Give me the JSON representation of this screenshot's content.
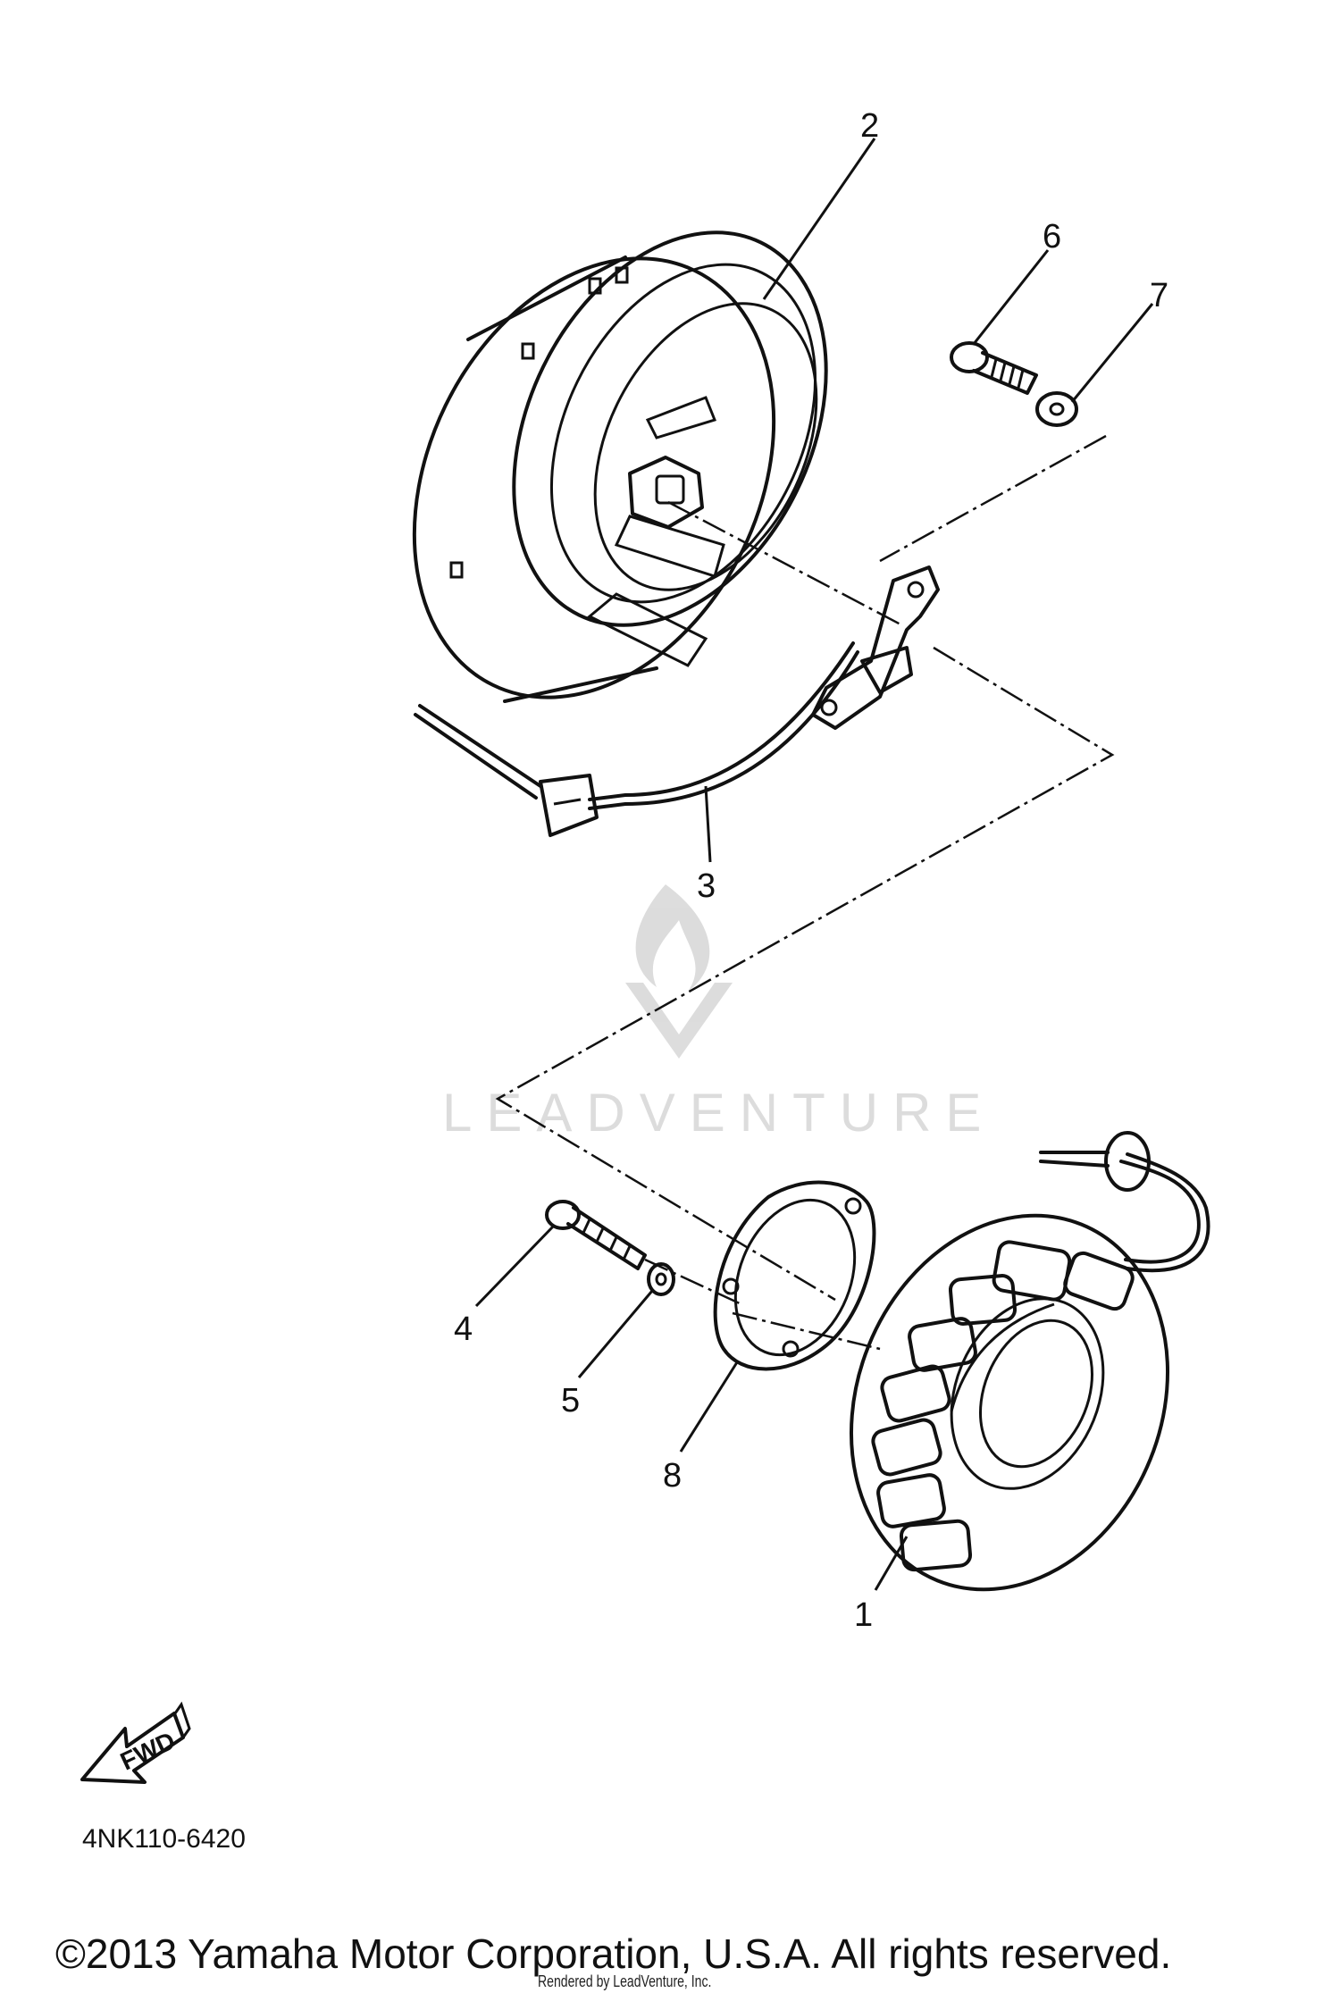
{
  "watermark": {
    "text": "LEADVENTURE"
  },
  "callouts": {
    "p1": "1",
    "p2": "2",
    "p3": "3",
    "p4": "4",
    "p5": "5",
    "p6": "6",
    "p7": "7",
    "p8": "8"
  },
  "fwd_label": "FWD",
  "diagram_code": "4NK110-6420",
  "copyright": "©2013 Yamaha Motor Corporation, U.S.A. All rights reserved.",
  "rendered_by": "Rendered by LeadVenture, Inc."
}
